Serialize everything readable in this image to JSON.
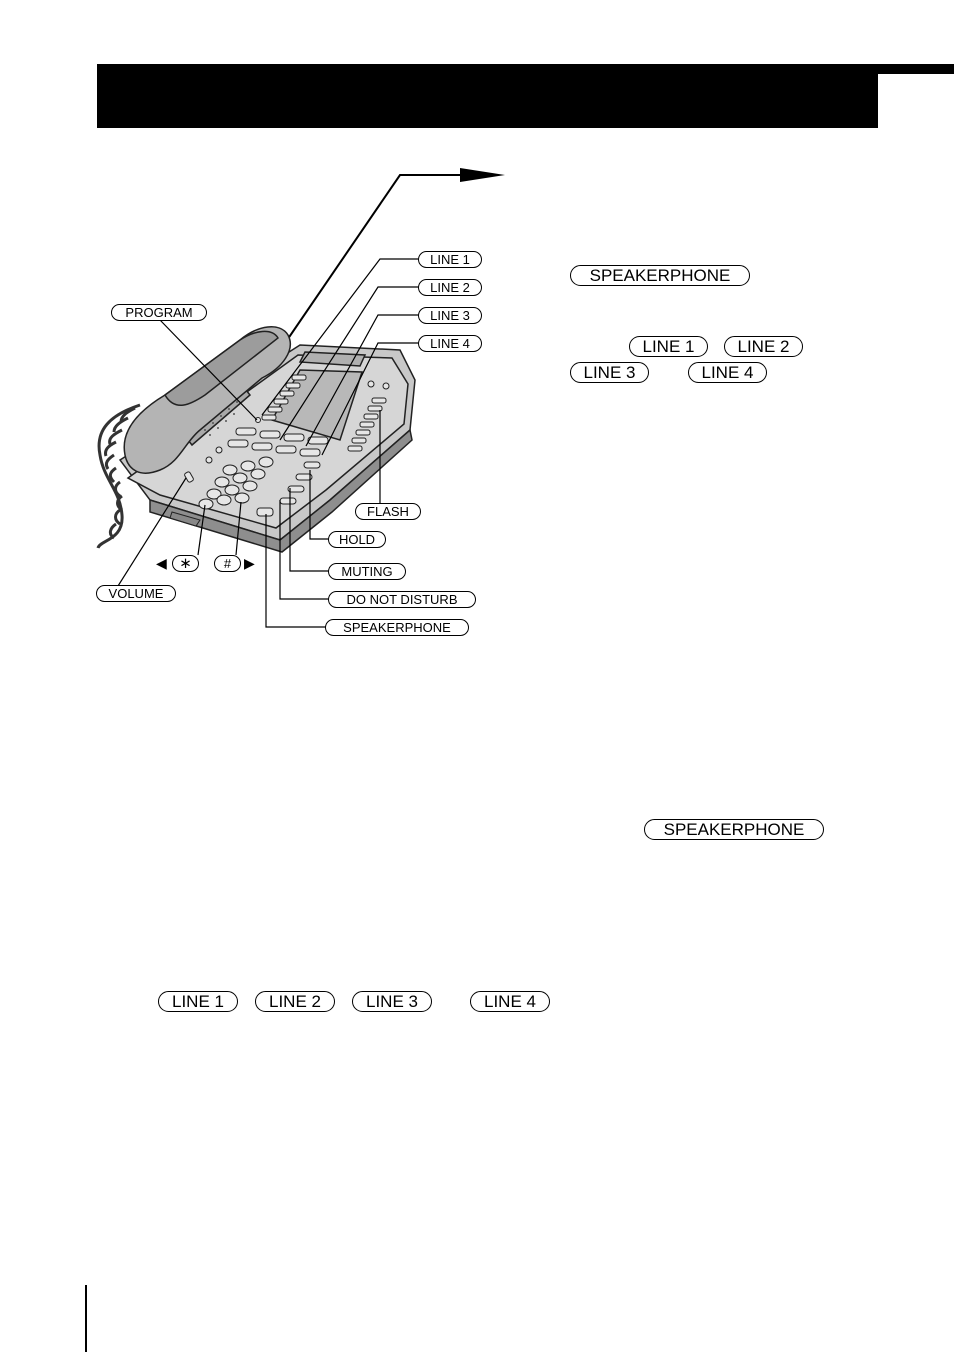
{
  "diagram_labels": {
    "line1": "LINE 1",
    "line2": "LINE 2",
    "line3": "LINE 3",
    "line4": "LINE 4",
    "program": "PROGRAM",
    "flash": "FLASH",
    "hold": "HOLD",
    "muting": "MUTING",
    "do_not_disturb": "DO NOT DISTURB",
    "speakerphone": "SPEAKERPHONE",
    "volume": "VOLUME",
    "star_key": "∗",
    "pound_key": "#",
    "left_arrow": "◀",
    "right_arrow": "▶"
  },
  "instructions": {
    "speakerphone_1": "SPEAKERPHONE",
    "line_keys_1": [
      "LINE 1",
      "LINE 2",
      "LINE 3",
      "LINE 4"
    ],
    "speakerphone_2": "SPEAKERPHONE",
    "line_keys_2": [
      "LINE 1",
      "LINE 2",
      "LINE 3",
      "LINE 4"
    ]
  },
  "icons": [
    "telephone-illustration",
    "left-arrow-icon",
    "right-arrow-icon"
  ]
}
